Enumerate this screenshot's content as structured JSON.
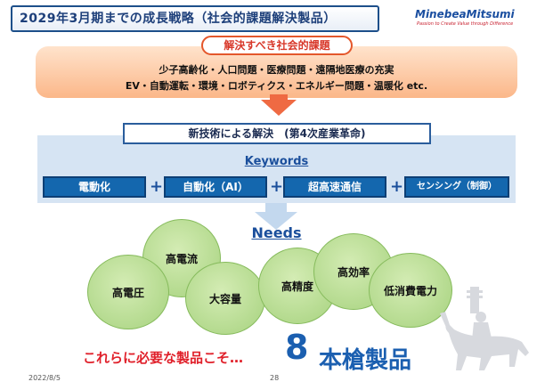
{
  "header": {
    "title": "2029年3月期までの成長戦略（社会的課題解決製品）",
    "logo_name": "MinebeaMitsumi",
    "logo_tagline": "Passion to Create Value through Difference"
  },
  "issues": {
    "label": "解決すべき社会的課題",
    "line1": "少子高齢化・人口問題・医療問題・遠隔地医療の充実",
    "line2": "EV・自動運転・環境・ロボティクス・エネルギー問題・温暖化 etc."
  },
  "tech": {
    "title": "新技術による解決　(第4次産業革命)",
    "keywords_label": "Keywords",
    "keywords": [
      "電動化",
      "自動化（AI）",
      "超高速通信",
      "センシング（制御）"
    ],
    "plus": "+"
  },
  "needs": {
    "label": "Needs",
    "items": [
      "高電流",
      "高電圧",
      "大容量",
      "高精度",
      "高効率",
      "低消費電力"
    ]
  },
  "bottom": {
    "lead": "これらに必要な製品こそ…",
    "big_number": "8",
    "big_text": "本槍製品"
  },
  "footer": {
    "date": "2022/8/5",
    "page": "28"
  },
  "colors": {
    "title_blue": "#1d3f7a",
    "issues_orange": "#ef6a43",
    "keyword_blue": "#1467ae",
    "needs_green": "#a6d27e",
    "accent_red": "#e0202a"
  }
}
